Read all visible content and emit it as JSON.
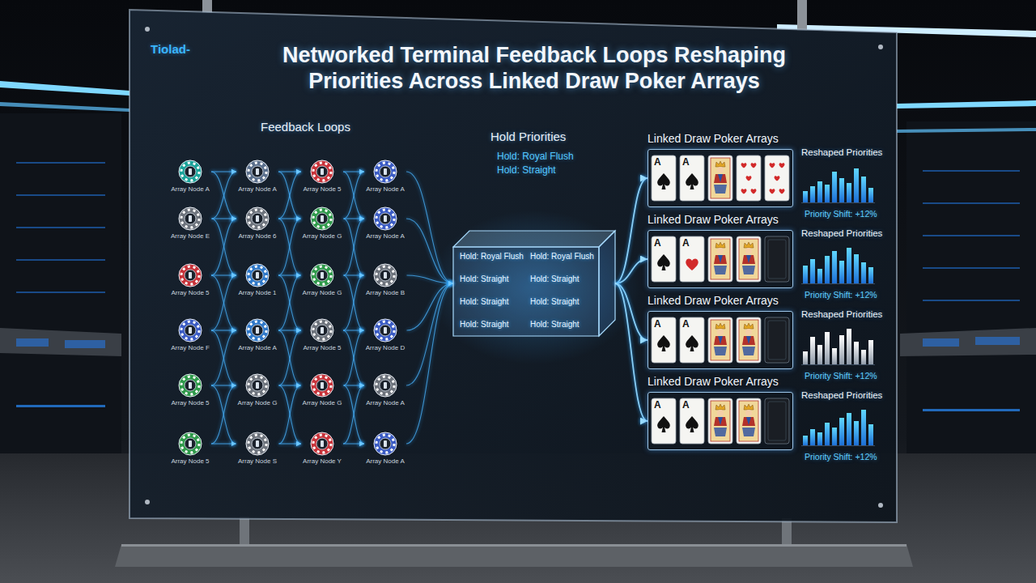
{
  "diagram": {
    "title": "Networked Terminal Feedback Loops Reshaping Priorities Across Linked Draw Poker Arrays",
    "nodes": [
      {
        "text": [
          "Array Node A"
        ]
      },
      {
        "text": [
          "Array Node A"
        ]
      },
      {
        "text": [
          "Array Node 5"
        ]
      },
      {
        "text": [
          "Array Node A"
        ]
      },
      {
        "text": [
          "Array Node E"
        ]
      },
      {
        "text": [
          "Array Node 6"
        ]
      },
      {
        "text": [
          "Array Node G"
        ]
      },
      {
        "text": [
          "Array Node A"
        ]
      },
      {
        "text": [
          "Array Node 5"
        ]
      },
      {
        "text": [
          "Array Node 1"
        ]
      },
      {
        "text": [
          "Array Node G"
        ]
      },
      {
        "text": [
          "Array Node B"
        ]
      },
      {
        "text": [
          "Array Node F"
        ]
      },
      {
        "text": [
          "Array Node A"
        ]
      },
      {
        "text": [
          "Array Node 5"
        ]
      },
      {
        "text": [
          "Array Node D"
        ]
      },
      {
        "text": [
          "Array Node 5"
        ]
      },
      {
        "text": [
          "Array Node G"
        ]
      },
      {
        "text": [
          "Array Node G"
        ]
      },
      {
        "text": [
          "Array Node A"
        ]
      },
      {
        "text": [
          "Array Node 5"
        ]
      },
      {
        "text": [
          "Array Node S"
        ]
      },
      {
        "text": [
          "Array Node Y"
        ]
      },
      {
        "text": [
          "Array Node A"
        ]
      },
      {
        "text": [
          "Hold: Royal Flush",
          "Hold: Royal Flush",
          "Hold: Straight",
          "Hold: Straight",
          "Hold: Straight",
          "Hold: Straight",
          "Hold: Straight",
          "Hold: Straight"
        ]
      },
      {
        "text": [
          "Linked Draw Poker Arrays"
        ]
      },
      {
        "text": [
          "Linked Draw Poker Arrays"
        ]
      },
      {
        "text": [
          "Linked Draw Poker Arrays"
        ]
      },
      {
        "text": [
          "Linked Draw Poker Arrays"
        ]
      }
    ],
    "edges": [
      {
        "from": 0,
        "to": 1,
        "arrow": "to"
      },
      {
        "from": 0,
        "to": 5,
        "arrow": "to"
      },
      {
        "from": 4,
        "to": 1,
        "arrow": "to"
      },
      {
        "from": 4,
        "to": 5,
        "arrow": "to"
      },
      {
        "from": 4,
        "to": 9,
        "arrow": "to"
      },
      {
        "from": 8,
        "to": 5,
        "arrow": "to"
      },
      {
        "from": 8,
        "to": 9,
        "arrow": "to"
      },
      {
        "from": 8,
        "to": 13,
        "arrow": "to"
      },
      {
        "from": 12,
        "to": 9,
        "arrow": "to"
      },
      {
        "from": 12,
        "to": 13,
        "arrow": "to"
      },
      {
        "from": 12,
        "to": 17,
        "arrow": "to"
      },
      {
        "from": 16,
        "to": 13,
        "arrow": "to"
      },
      {
        "from": 16,
        "to": 17,
        "arrow": "to"
      },
      {
        "from": 16,
        "to": 21,
        "arrow": "to"
      },
      {
        "from": 20,
        "to": 17,
        "arrow": "to"
      },
      {
        "from": 20,
        "to": 21,
        "arrow": "to"
      },
      {
        "from": 1,
        "to": 2,
        "arrow": "to"
      },
      {
        "from": 1,
        "to": 6,
        "arrow": "to"
      },
      {
        "from": 5,
        "to": 2,
        "arrow": "to"
      },
      {
        "from": 5,
        "to": 6,
        "arrow": "to"
      },
      {
        "from": 5,
        "to": 10,
        "arrow": "to"
      },
      {
        "from": 9,
        "to": 6,
        "arrow": "to"
      },
      {
        "from": 9,
        "to": 10,
        "arrow": "to"
      },
      {
        "from": 9,
        "to": 14,
        "arrow": "to"
      },
      {
        "from": 13,
        "to": 10,
        "arrow": "to"
      },
      {
        "from": 13,
        "to": 14,
        "arrow": "to"
      },
      {
        "from": 13,
        "to": 18,
        "arrow": "to"
      },
      {
        "from": 17,
        "to": 14,
        "arrow": "to"
      },
      {
        "from": 17,
        "to": 18,
        "arrow": "to"
      },
      {
        "from": 17,
        "to": 22,
        "arrow": "to"
      },
      {
        "from": 21,
        "to": 18,
        "arrow": "to"
      },
      {
        "from": 21,
        "to": 22,
        "arrow": "to"
      },
      {
        "from": 2,
        "to": 3,
        "arrow": "to"
      },
      {
        "from": 2,
        "to": 7,
        "arrow": "to"
      },
      {
        "from": 6,
        "to": 3,
        "arrow": "to"
      },
      {
        "from": 6,
        "to": 7,
        "arrow": "to"
      },
      {
        "from": 6,
        "to": 11,
        "arrow": "to"
      },
      {
        "from": 10,
        "to": 7,
        "arrow": "to"
      },
      {
        "from": 10,
        "to": 11,
        "arrow": "to"
      },
      {
        "from": 10,
        "to": 15,
        "arrow": "to"
      },
      {
        "from": 14,
        "to": 11,
        "arrow": "to"
      },
      {
        "from": 14,
        "to": 15,
        "arrow": "to"
      },
      {
        "from": 14,
        "to": 19,
        "arrow": "to"
      },
      {
        "from": 18,
        "to": 15,
        "arrow": "to"
      },
      {
        "from": 18,
        "to": 19,
        "arrow": "to"
      },
      {
        "from": 18,
        "to": 23,
        "arrow": "to"
      },
      {
        "from": 22,
        "to": 19,
        "arrow": "to"
      },
      {
        "from": 22,
        "to": 23,
        "arrow": "to"
      },
      {
        "from": 3,
        "to": 24,
        "arrow": "to"
      },
      {
        "from": 7,
        "to": 24,
        "arrow": "to"
      },
      {
        "from": 11,
        "to": 24,
        "arrow": "to"
      },
      {
        "from": 15,
        "to": 24,
        "arrow": "to"
      },
      {
        "from": 19,
        "to": 24,
        "arrow": "to"
      },
      {
        "from": 23,
        "to": 24,
        "arrow": "to"
      },
      {
        "from": 24,
        "to": 25,
        "arrow": "to"
      },
      {
        "from": 24,
        "to": 26,
        "arrow": "to"
      },
      {
        "from": 24,
        "to": 27,
        "arrow": "to"
      },
      {
        "from": 24,
        "to": 28,
        "arrow": "to"
      }
    ],
    "labels": [
      "Tiolad-",
      "Feedback Loops",
      "Hold Priorities",
      "Hold: Royal Flush",
      "Hold: Straight",
      "A",
      "A",
      "Reshaped Priorities",
      "Priority Shift: +12%",
      "A",
      "A",
      "Reshaped Priorities",
      "Priority Shift: +12%",
      "A",
      "A",
      "Reshaped Priorities",
      "Priority Shift: +12%",
      "A",
      "A",
      "Reshaped Priorities",
      "Priority Shift: +12%"
    ]
  }
}
